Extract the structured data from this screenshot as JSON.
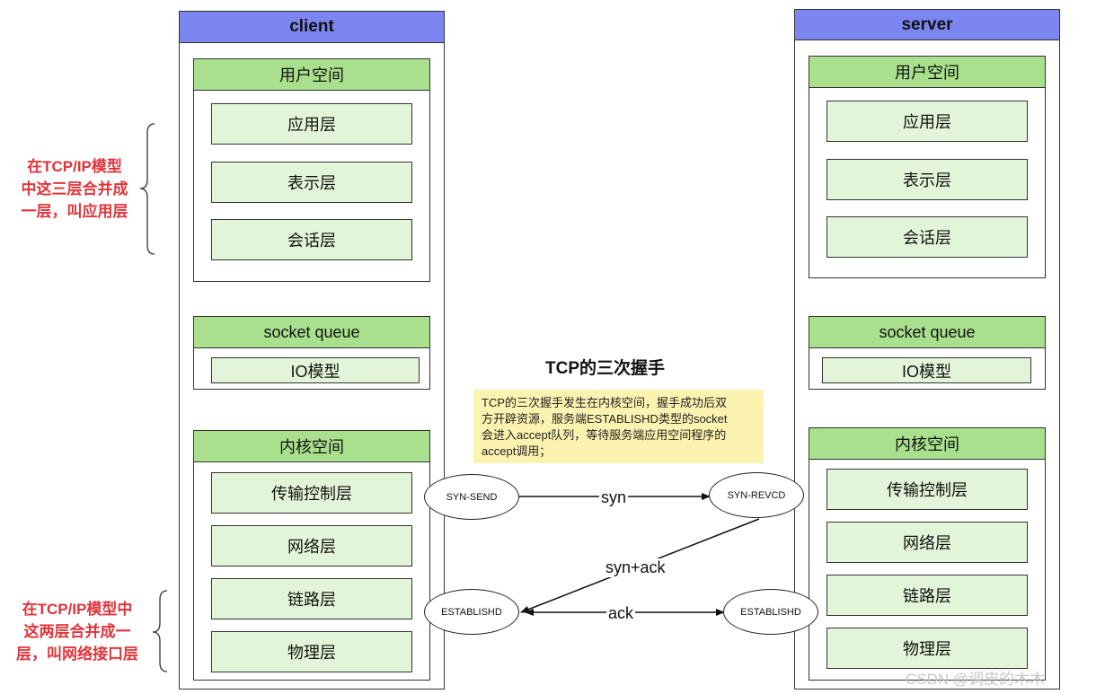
{
  "client": {
    "title": "client",
    "user_space": {
      "title": "用户空间",
      "layers": [
        "应用层",
        "表示层",
        "会话层"
      ]
    },
    "socket": {
      "title": "socket queue",
      "io": "IO模型"
    },
    "kernel_space": {
      "title": "内核空间",
      "layers": [
        "传输控制层",
        "网络层",
        "链路层",
        "物理层"
      ]
    }
  },
  "server": {
    "title": "server",
    "user_space": {
      "title": "用户空间",
      "layers": [
        "应用层",
        "表示层",
        "会话层"
      ]
    },
    "socket": {
      "title": "socket queue",
      "io": "IO模型"
    },
    "kernel_space": {
      "title": "内核空间",
      "layers": [
        "传输控制层",
        "网络层",
        "链路层",
        "物理层"
      ]
    }
  },
  "annotations": {
    "app_layer_lines": [
      "在TCP/IP模型",
      "中这三层合并成",
      "一层，叫应用层"
    ],
    "net_layer_lines": [
      "在TCP/IP模型中",
      "这两层合并成一",
      "层，叫网络接口层"
    ]
  },
  "handshake": {
    "title": "TCP的三次握手",
    "note_lines": [
      "TCP的三次握手发生在内核空间，握手成功后双",
      "方开辟资源，服务端ESTABLISHD类型的socket",
      "会进入accept队列，等待服务端应用空间程序的",
      "accept调用；"
    ],
    "states": {
      "syn_send": "SYN-SEND",
      "syn_revcd": "SYN-REVCD",
      "client_established": "ESTABLISHD",
      "server_established": "ESTABLISHD"
    },
    "messages": {
      "syn": "syn",
      "syn_ack": "syn+ack",
      "ack": "ack"
    }
  },
  "watermark": "CSDN @调皮的木木",
  "colors": {
    "header_blue": "#7b86f0",
    "section_green": "#a9e08d",
    "layer_green": "#e3f5d8",
    "note_yellow": "#fdf3b0",
    "annotation_red": "#e0353b"
  }
}
